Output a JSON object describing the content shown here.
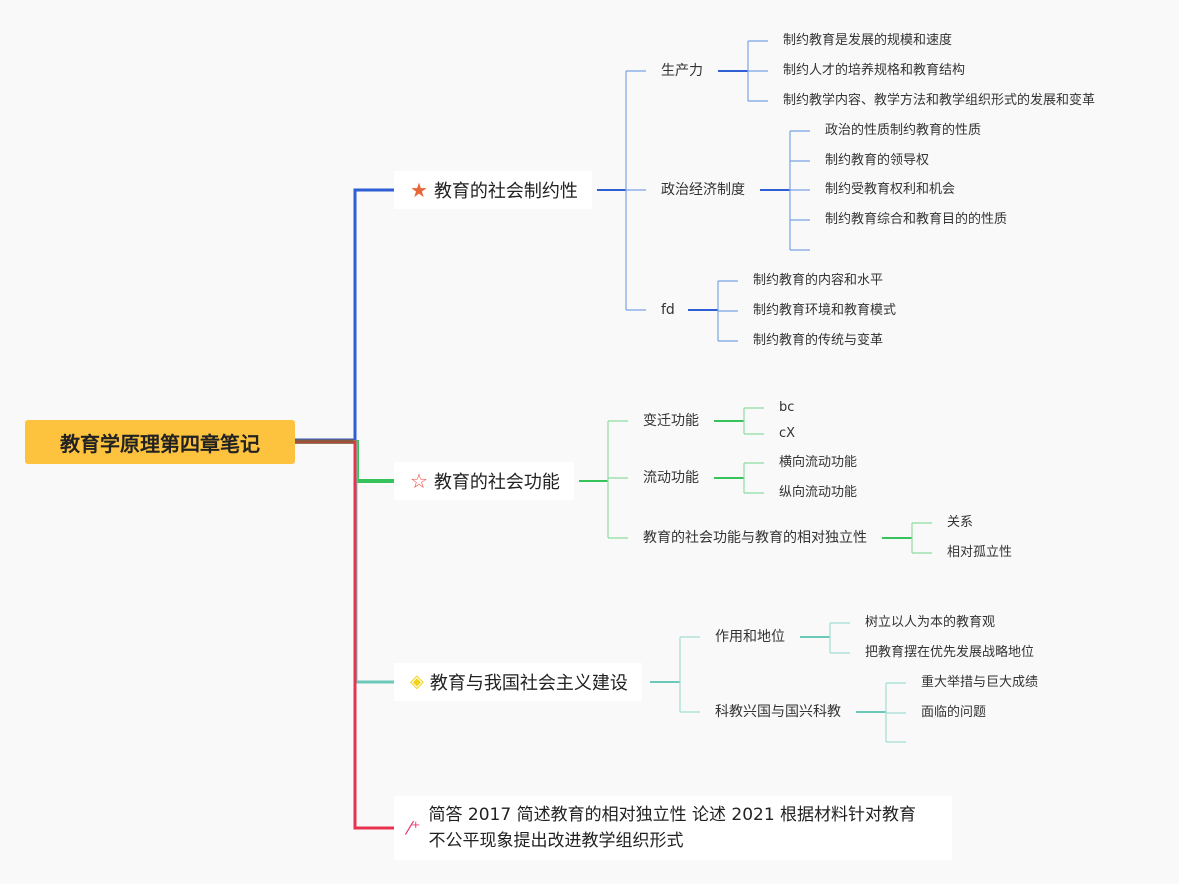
{
  "root": {
    "label": "教育学原理第四章笔记"
  },
  "branches": [
    {
      "label": "教育的社会制约性",
      "icon": "filled-star-icon",
      "color": "#2f5fd4",
      "children": [
        {
          "label": "生产力",
          "leaves": [
            "制约教育是发展的规模和速度",
            "制约人才的培养规格和教育结构",
            "制约教学内容、教学方法和教学组织形式的发展和变革"
          ]
        },
        {
          "label": "政治经济制度",
          "leaves": [
            "政治的性质制约教育的性质",
            "制约教育的领导权",
            "制约受教育权利和机会",
            "制约教育综合和教育目的的性质",
            ""
          ]
        },
        {
          "label": "fd",
          "leaves": [
            "制约教育的内容和水平",
            "制约教育环境和教育模式",
            "制约教育的传统与变革"
          ]
        }
      ]
    },
    {
      "label": "教育的社会功能",
      "icon": "outline-star-icon",
      "color": "#36c35c",
      "children": [
        {
          "label": "变迁功能",
          "leaves": [
            "bc",
            "cX"
          ]
        },
        {
          "label": "流动功能",
          "leaves": [
            "横向流动功能",
            "纵向流动功能"
          ]
        },
        {
          "label": "教育的社会功能与教育的相对独立性",
          "leaves": [
            "关系",
            "相对孤立性"
          ]
        }
      ]
    },
    {
      "label": "教育与我国社会主义建设",
      "icon": "diamond-icon",
      "color": "#6cc8b8",
      "children": [
        {
          "label": "作用和地位",
          "leaves": [
            "树立以人为本的教育观",
            "把教育摆在优先发展战略地位"
          ]
        },
        {
          "label": "科教兴国与国兴科教",
          "leaves": [
            "重大举措与巨大成绩",
            "面临的问题",
            ""
          ]
        }
      ]
    }
  ],
  "note": {
    "text": "简答 2017 简述教育的相对独立性 论述 2021 根据材料针对教育不公平现象提出改进教学组织形式",
    "icon": "magic-wand-icon",
    "color": "#e8334f"
  }
}
